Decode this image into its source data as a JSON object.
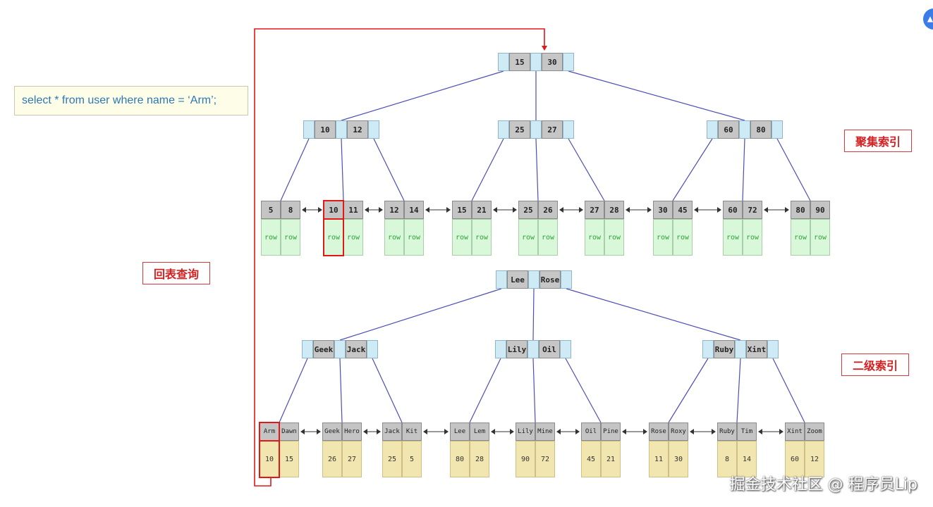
{
  "sql": "select * from user where name = ‘Arm’;",
  "labels": {
    "clustered_index": "聚集索引",
    "secondary_index": "二级索引",
    "table_lookup": "回表查询"
  },
  "watermark": "掘金技术社区 @ 程序员Lip",
  "icons": {
    "corner": "app-badge-icon"
  },
  "colors": {
    "highlight": "#e01818",
    "edge": "#4d4db8",
    "row_text": "#2fa33a"
  },
  "clustered": {
    "root": {
      "keys": [
        "15",
        "30"
      ]
    },
    "internal": [
      {
        "keys": [
          "10",
          "12"
        ]
      },
      {
        "keys": [
          "25",
          "27"
        ]
      },
      {
        "keys": [
          "60",
          "80"
        ]
      }
    ],
    "leaves": [
      {
        "keys": [
          "5",
          "8"
        ],
        "values": [
          "row",
          "row"
        ]
      },
      {
        "keys": [
          "10",
          "11"
        ],
        "values": [
          "row",
          "row"
        ]
      },
      {
        "keys": [
          "12",
          "14"
        ],
        "values": [
          "row",
          "row"
        ]
      },
      {
        "keys": [
          "15",
          "21"
        ],
        "values": [
          "row",
          "row"
        ]
      },
      {
        "keys": [
          "25",
          "26"
        ],
        "values": [
          "row",
          "row"
        ]
      },
      {
        "keys": [
          "27",
          "28"
        ],
        "values": [
          "row",
          "row"
        ]
      },
      {
        "keys": [
          "30",
          "45"
        ],
        "values": [
          "row",
          "row"
        ]
      },
      {
        "keys": [
          "60",
          "72"
        ],
        "values": [
          "row",
          "row"
        ]
      },
      {
        "keys": [
          "80",
          "90"
        ],
        "values": [
          "row",
          "row"
        ]
      }
    ]
  },
  "secondary": {
    "root": {
      "keys": [
        "Lee",
        "Rose"
      ]
    },
    "internal": [
      {
        "keys": [
          "Geek",
          "Jack"
        ]
      },
      {
        "keys": [
          "Lily",
          "Oil"
        ]
      },
      {
        "keys": [
          "Ruby",
          "Xint"
        ]
      }
    ],
    "leaves": [
      {
        "keys": [
          "Arm",
          "Dawn"
        ],
        "values": [
          "10",
          "15"
        ]
      },
      {
        "keys": [
          "Geek",
          "Hero"
        ],
        "values": [
          "26",
          "27"
        ]
      },
      {
        "keys": [
          "Jack",
          "Kit"
        ],
        "values": [
          "25",
          "5"
        ]
      },
      {
        "keys": [
          "Lee",
          "Lem"
        ],
        "values": [
          "80",
          "28"
        ]
      },
      {
        "keys": [
          "Lily",
          "Mine"
        ],
        "values": [
          "90",
          "72"
        ]
      },
      {
        "keys": [
          "Oil",
          "Pine"
        ],
        "values": [
          "45",
          "21"
        ]
      },
      {
        "keys": [
          "Rose",
          "Roxy"
        ],
        "values": [
          "11",
          "30"
        ]
      },
      {
        "keys": [
          "Ruby",
          "Tim"
        ],
        "values": [
          "8",
          "14"
        ]
      },
      {
        "keys": [
          "Xint",
          "Zoom"
        ],
        "values": [
          "60",
          "12"
        ]
      }
    ]
  }
}
